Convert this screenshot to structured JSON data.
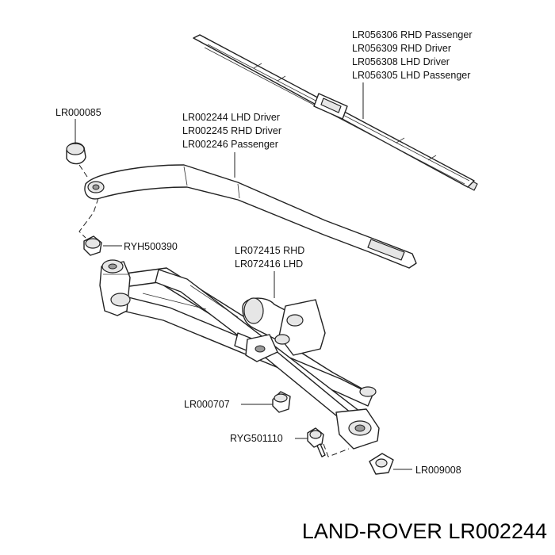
{
  "callouts": {
    "blades": [
      "LR056306 RHD Passenger",
      "LR056309 RHD Driver",
      "LR056308 LHD Driver",
      "LR056305 LHD Passenger"
    ],
    "cap": "LR000085",
    "arms": [
      "LR002244 LHD Driver",
      "LR002245 RHD Driver",
      "LR002246 Passenger"
    ],
    "nut": "RYH500390",
    "linkage": [
      "LR072415 RHD",
      "LR072416 LHD"
    ],
    "grommet": "LR000707",
    "bolt": "RYG501110",
    "bracket": "LR009008"
  },
  "footer": {
    "title": "LAND-ROVER LR002244"
  }
}
